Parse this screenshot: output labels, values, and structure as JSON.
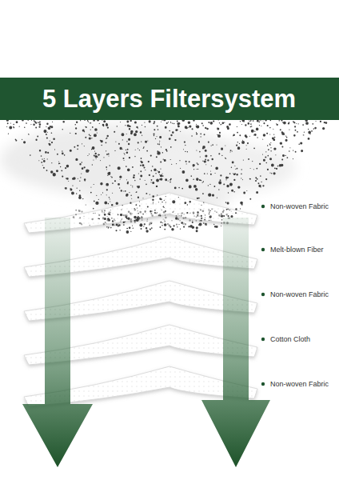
{
  "diagram": {
    "title": "5 Layers Filtersystem",
    "labels": [
      "Non-woven Fabric",
      "Melt-blown Fiber",
      "Non-woven Fabric",
      "Cotton Cloth",
      "Non-woven Fabric"
    ]
  }
}
